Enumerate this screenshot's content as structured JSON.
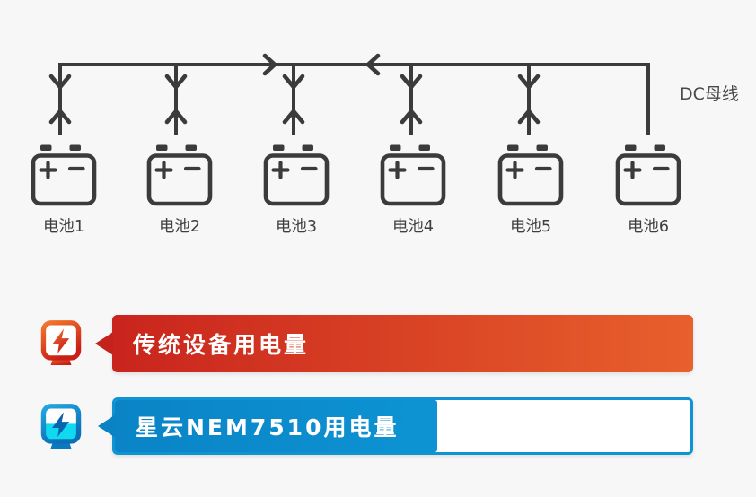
{
  "page": {
    "background": "#f7f7f8"
  },
  "diagram": {
    "bus_label": "DC母线",
    "line_color": "#3b3b3b",
    "batteries": [
      {
        "label": "电池1"
      },
      {
        "label": "电池2"
      },
      {
        "label": "电池3"
      },
      {
        "label": "电池4"
      },
      {
        "label": "电池5"
      },
      {
        "label": "电池6"
      }
    ]
  },
  "legend_bars": [
    {
      "id": "traditional",
      "label": "传统设备用电量",
      "fill_percent": 100,
      "color_left": "#c9241d",
      "color_right": "#e8602c",
      "pointer_color": "#c4231c",
      "icon": "electric-meter-red-icon"
    },
    {
      "id": "nem7510",
      "label": "星云NEM7510用电量",
      "fill_percent": 56,
      "color_left": "#0a84c6",
      "color_right": "#0d93d3",
      "pointer_color": "#0a82c4",
      "border_color": "#0e93d3",
      "track_color": "#ffffff",
      "icon": "electric-meter-blue-icon"
    }
  ]
}
